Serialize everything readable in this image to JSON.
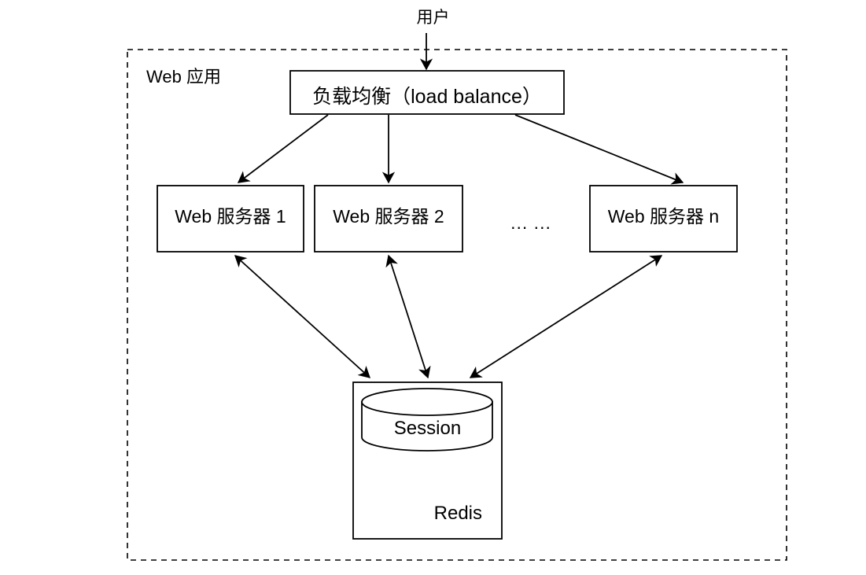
{
  "diagram": {
    "title_text": "用户",
    "boundary": {
      "label": "Web 应用",
      "style": "dashed"
    },
    "nodes": [
      {
        "id": "load-balancer",
        "label": "负载均衡（load balance）"
      },
      {
        "id": "web-server-1",
        "label": "Web 服务器 1"
      },
      {
        "id": "web-server-2",
        "label": "Web 服务器 2"
      },
      {
        "id": "web-server-n",
        "label": "Web 服务器 n"
      },
      {
        "id": "session-store",
        "label": "Session"
      },
      {
        "id": "redis",
        "label": "Redis"
      }
    ],
    "ellipsis": "... ...",
    "edges": [
      {
        "from": "用户",
        "to": "负载均衡（load balance）",
        "arrow": "single"
      },
      {
        "from": "负载均衡（load balance）",
        "to": "Web 服务器 1",
        "arrow": "single"
      },
      {
        "from": "负载均衡（load balance）",
        "to": "Web 服务器 2",
        "arrow": "single"
      },
      {
        "from": "负载均衡（load balance）",
        "to": "Web 服务器 n",
        "arrow": "single"
      },
      {
        "from": "Web 服务器 1",
        "to": "Redis",
        "arrow": "double"
      },
      {
        "from": "Web 服务器 2",
        "to": "Redis",
        "arrow": "double"
      },
      {
        "from": "Web 服务器 n",
        "to": "Redis",
        "arrow": "double"
      }
    ],
    "colors": {
      "stroke": "#000000",
      "fill": "#ffffff",
      "background": "#ffffff"
    }
  }
}
